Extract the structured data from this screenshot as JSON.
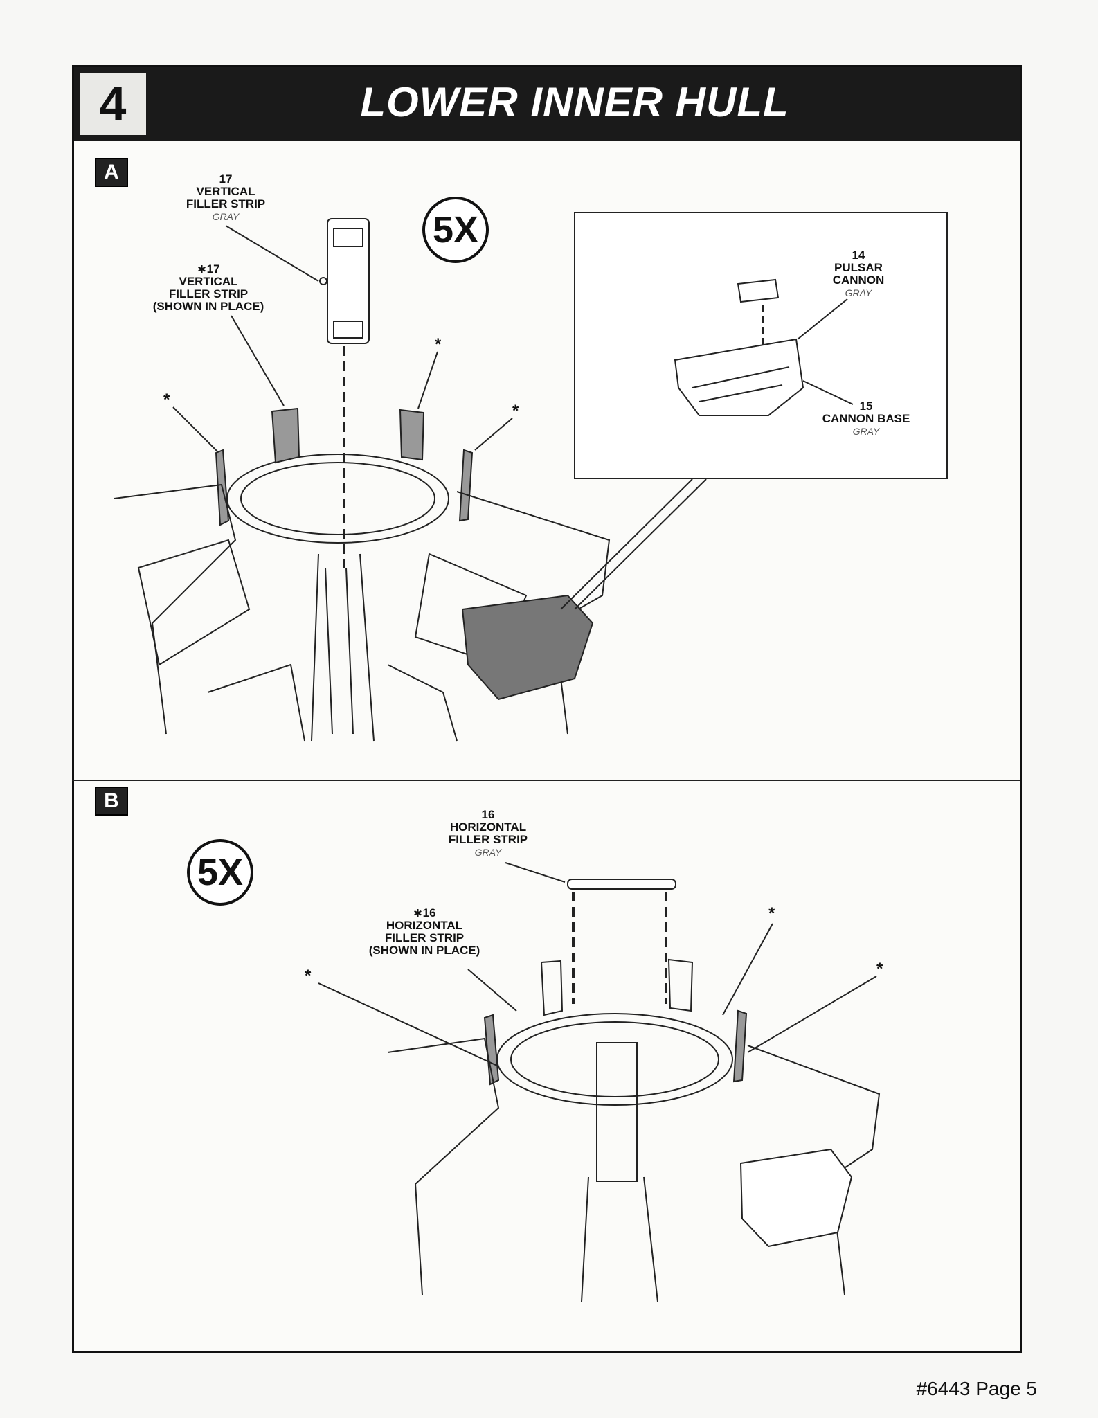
{
  "header": {
    "step_number": "4",
    "title": "LOWER INNER HULL"
  },
  "panel_a": {
    "badge": "A",
    "multiplier": "5X",
    "label_17": {
      "num": "17",
      "name1": "VERTICAL",
      "name2": "FILLER STRIP",
      "color": "GRAY"
    },
    "label_17_in_place": {
      "num": "∗17",
      "name1": "VERTICAL",
      "name2": "FILLER STRIP",
      "name3": "(SHOWN IN PLACE)"
    },
    "asterisk": "*",
    "inset": {
      "label_14": {
        "num": "14",
        "name1": "PULSAR",
        "name2": "CANNON",
        "color": "GRAY"
      },
      "label_15": {
        "num": "15",
        "name1": "CANNON BASE",
        "color": "GRAY"
      }
    }
  },
  "panel_b": {
    "badge": "B",
    "multiplier": "5X",
    "label_16": {
      "num": "16",
      "name1": "HORIZONTAL",
      "name2": "FILLER STRIP",
      "color": "GRAY"
    },
    "label_16_in_place": {
      "num": "∗16",
      "name1": "HORIZONTAL",
      "name2": "FILLER STRIP",
      "name3": "(SHOWN IN PLACE)"
    },
    "asterisk": "*"
  },
  "footer": {
    "page_ref": "#6443 Page 5"
  }
}
